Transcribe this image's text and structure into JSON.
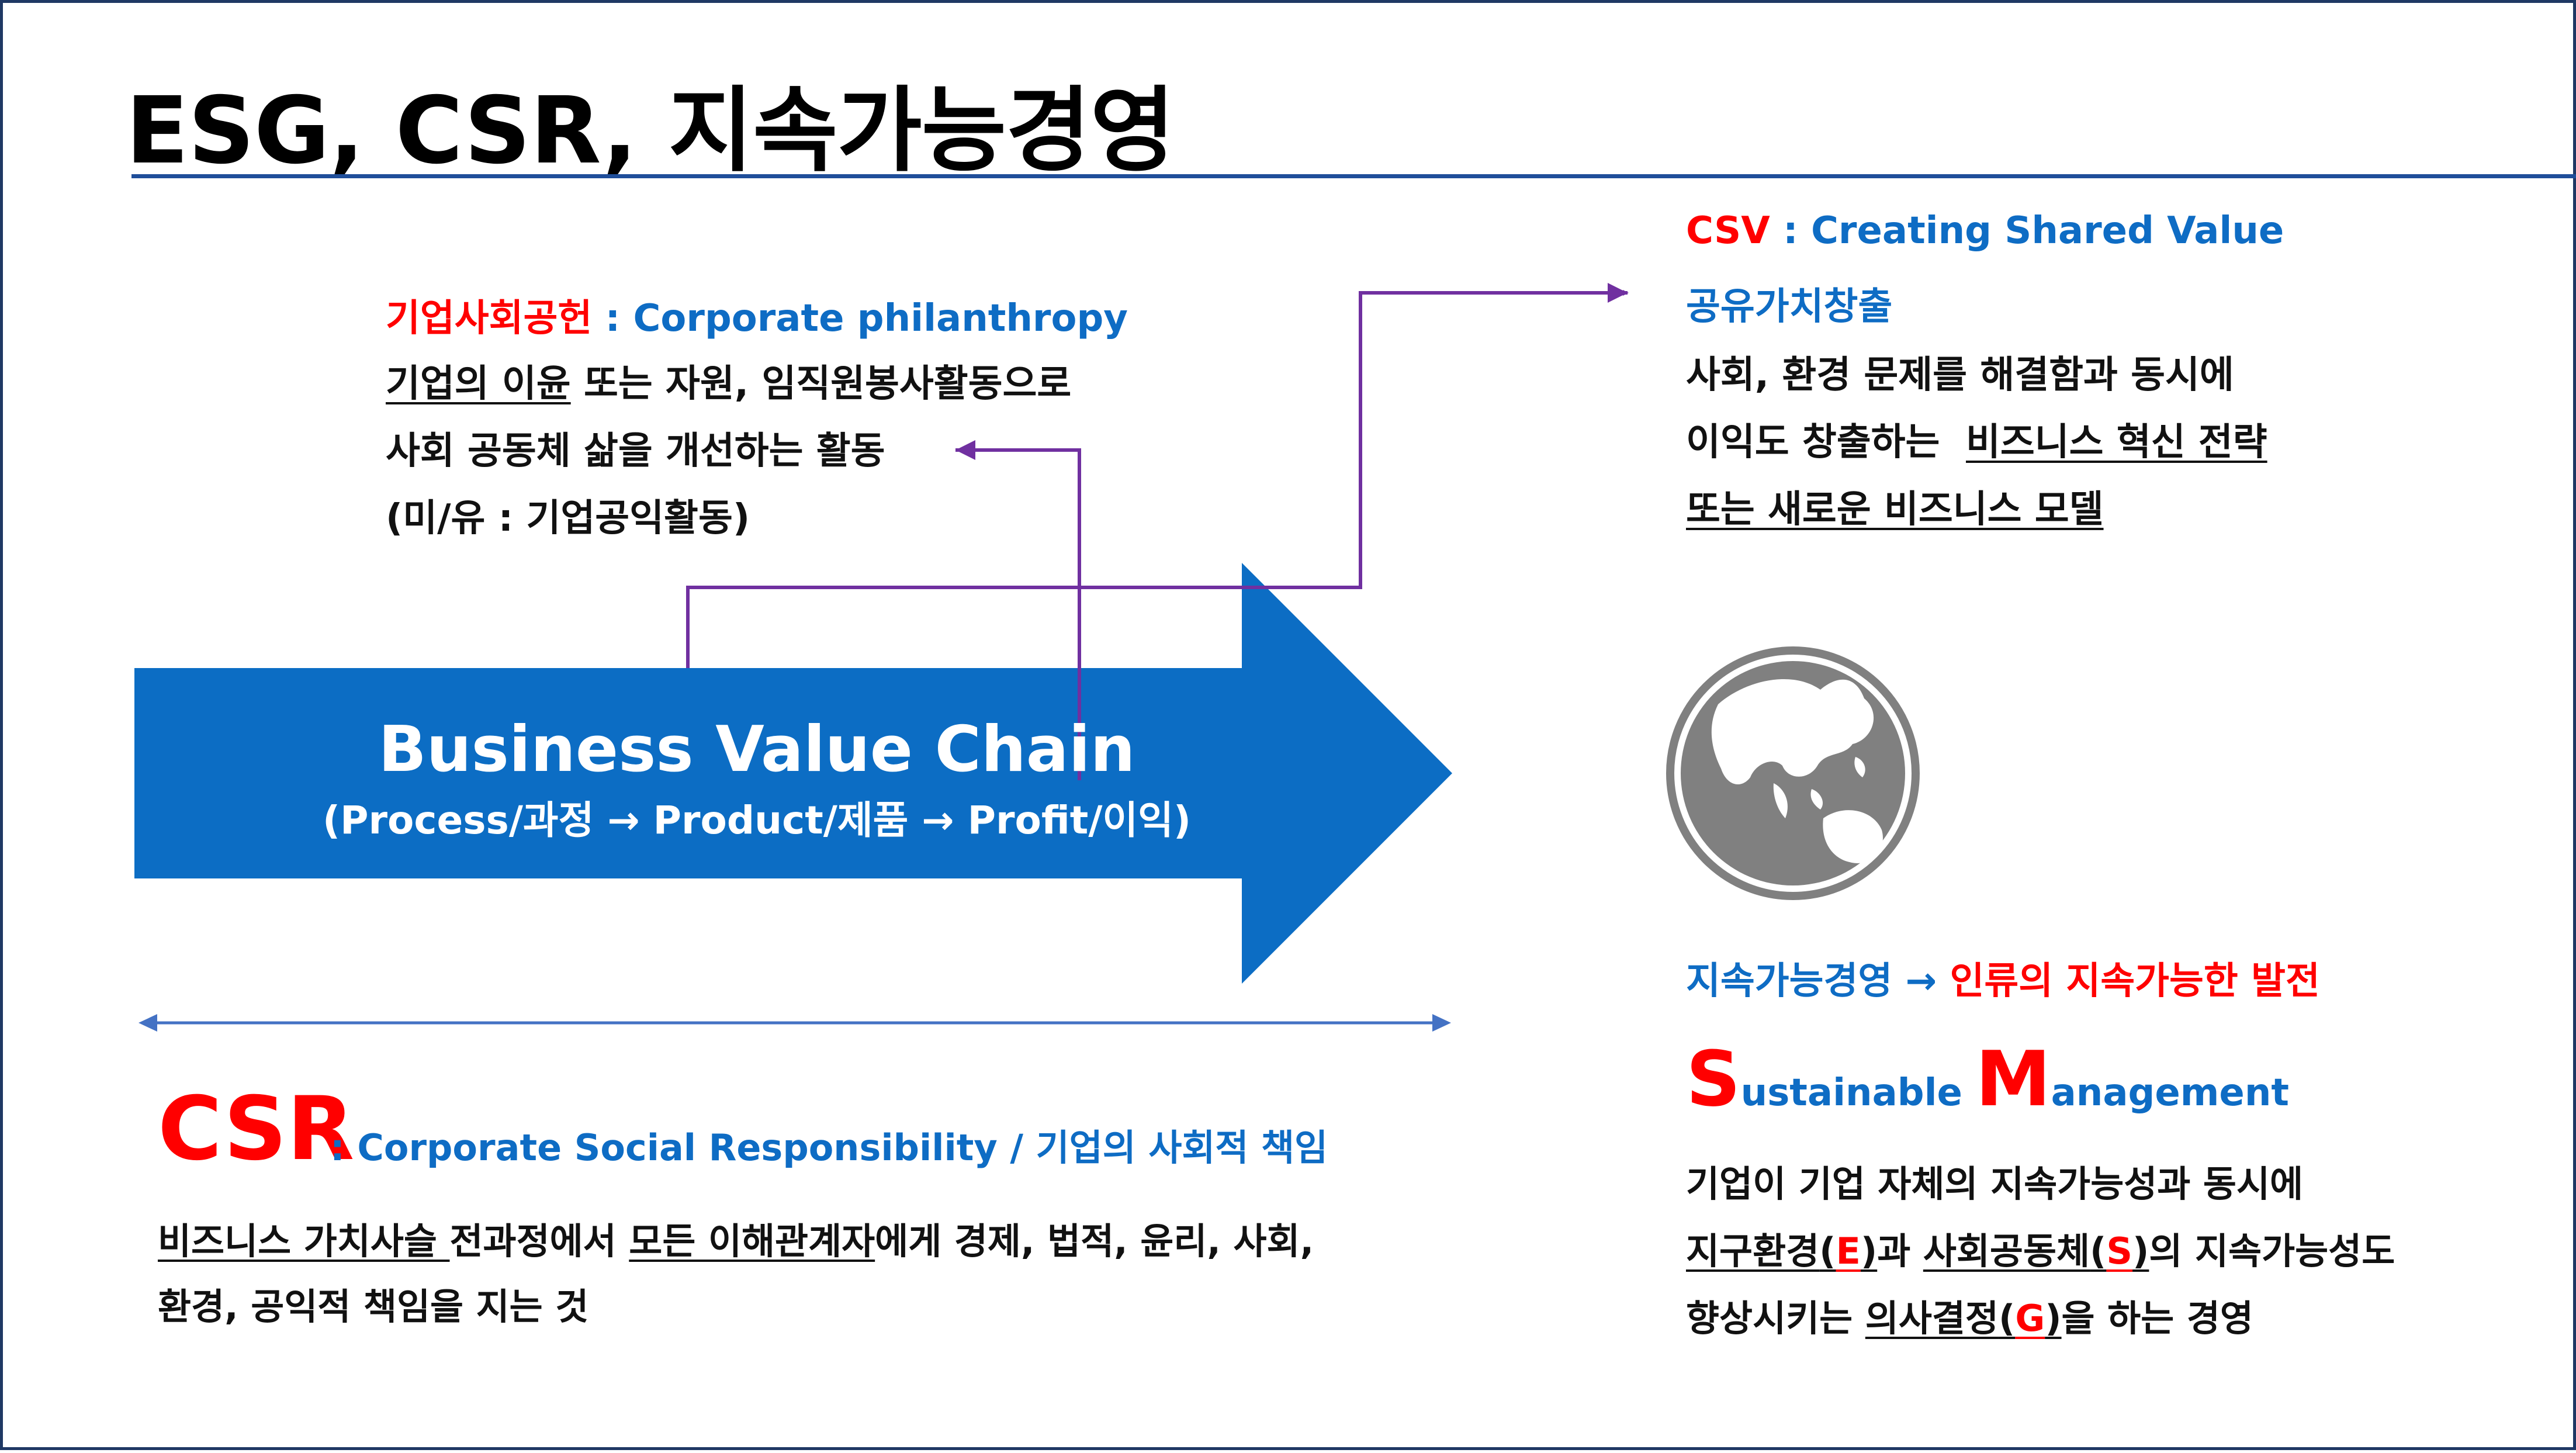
{
  "title": "ESG, CSR, 지속가능경영",
  "philanthropy": {
    "heading_ko": "기업사회공헌",
    "heading_en": " : Corporate philanthropy",
    "line1_underlined": "기업의 이윤",
    "line1_rest": " 또는 자원, 임직원봉사활동으로",
    "line2": "사회 공동체 삶을 개선하는 활동",
    "line3": "(미/유 : 기업공익활동)"
  },
  "csv": {
    "abbr": "CSV",
    "heading_en": " : Creating Shared Value",
    "heading_ko": "공유가치창출",
    "line1": "사회, 환경 문제를 해결함과 동시에",
    "line2_plain": "이익도 창출하는 ",
    "line2_underlined": "비즈니스 혁신 전략",
    "line3_underlined": "또는 새로운 비즈니스 모델"
  },
  "chain": {
    "title": "Business Value Chain",
    "subtitle": "(Process/과정 → Product/제품 → Profit/이익)"
  },
  "csr": {
    "abbr": "CSR",
    "definition": ": Corporate Social Responsibility / 기업의 사회적 책임",
    "line1_u1": "비즈니스 가치사슬 ",
    "line1_p1": "전과정에서 ",
    "line1_u2": "모든 이해관계자",
    "line1_p2": "에게 경제, 법적, 윤리, 사회,",
    "line2": "환경, 공익적 책임을 지는 것"
  },
  "sustainable": {
    "tagline_blue": "지속가능경영 → ",
    "tagline_red": "인류의 지속가능한 발전",
    "s_letter": "S",
    "s_rest": "ustainable ",
    "m_letter": "M",
    "m_rest": "anagement",
    "line1": "기업이 기업 자체의 지속가능성과 동시에",
    "line2_u1": "지구환경",
    "line2_e": "E",
    "line2_p1": "과 ",
    "line2_u2": "사회공동체",
    "line2_s": "S",
    "line2_p2": "의 지속가능성도",
    "line3_p1": "향상시키는 ",
    "line3_u1": "의사결정",
    "line3_g": "G",
    "line3_p2": "을 하는 경영",
    "paren_open": "(",
    "paren_close": ")"
  },
  "colors": {
    "red": "#ff0000",
    "blue": "#0e6cc4",
    "arrow_blue": "#0c6dc4",
    "connector_purple": "#7030a0",
    "title_rule": "#1f4e9a",
    "globe_gray": "#808080"
  },
  "icons": {
    "globe": "globe-icon"
  }
}
